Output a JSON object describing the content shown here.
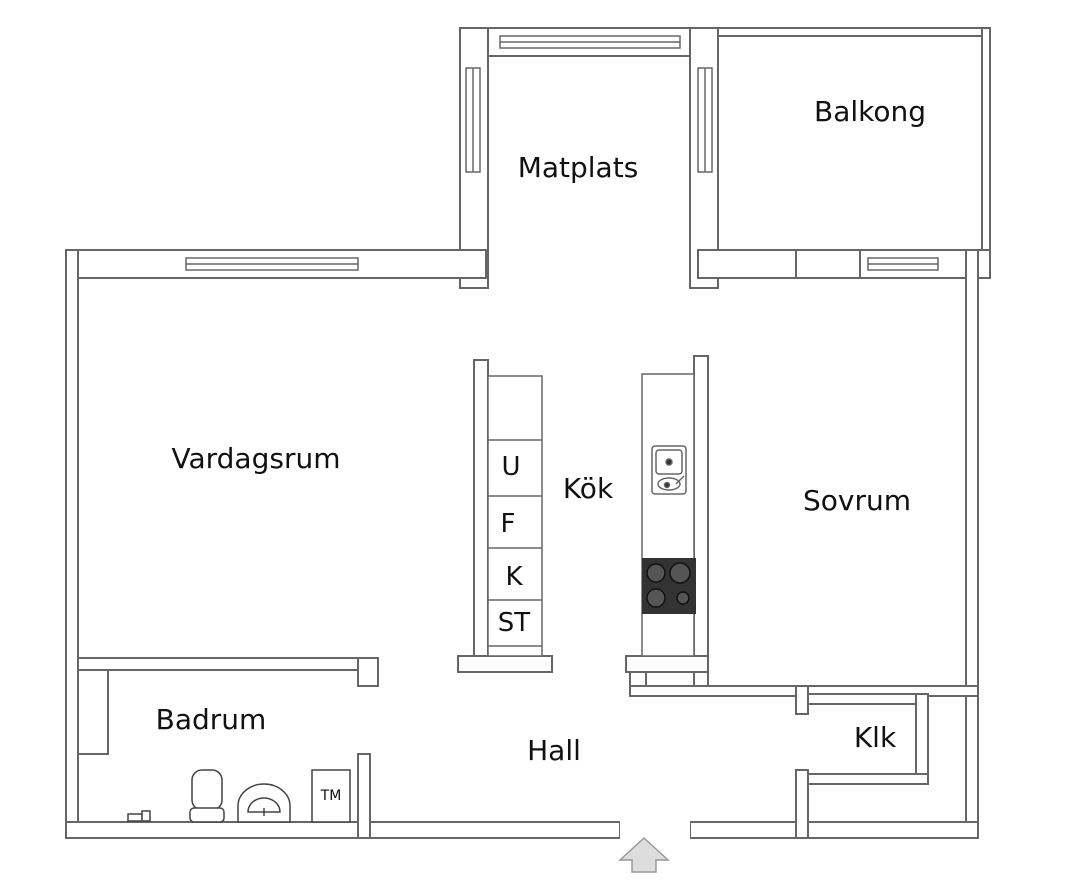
{
  "rooms": {
    "matplats": "Matplats",
    "balkong": "Balkong",
    "vardagsrum": "Vardagsrum",
    "kok": "Kök",
    "sovrum": "Sovrum",
    "badrum": "Badrum",
    "hall": "Hall",
    "klk": "Klk"
  },
  "kitchen_fixtures": {
    "u": "U",
    "f": "F",
    "k": "K",
    "st": "ST"
  },
  "bathroom_fixtures": {
    "tm": "TM"
  },
  "colors": {
    "wall": "#ffffff",
    "wall_outline": "#666666",
    "stove": "#333333"
  },
  "icons": {
    "entrance": "entrance-arrow-icon"
  }
}
